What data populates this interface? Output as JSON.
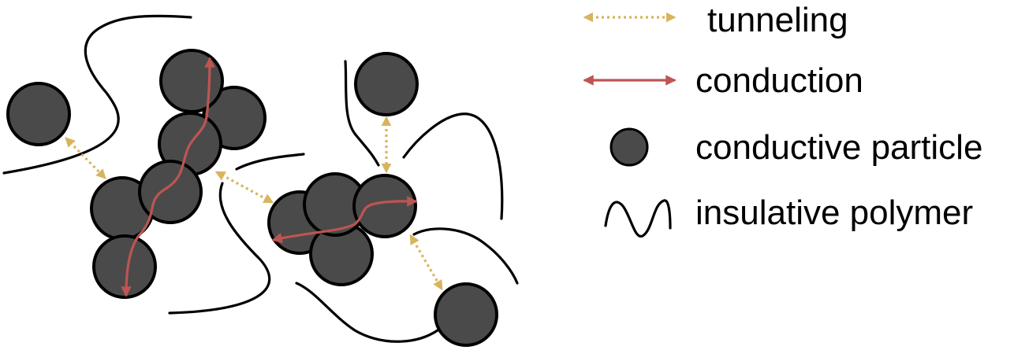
{
  "colors": {
    "tunneling": "#d8b45e",
    "conduction": "#bd5553",
    "particle": "#4a4a4a",
    "polymer": "#000000",
    "background": "#ffffff"
  },
  "legend": {
    "tunneling_label": "tunneling",
    "conduction_label": "conduction",
    "particle_label": "conductive particle",
    "polymer_label": "insulative polymer"
  }
}
